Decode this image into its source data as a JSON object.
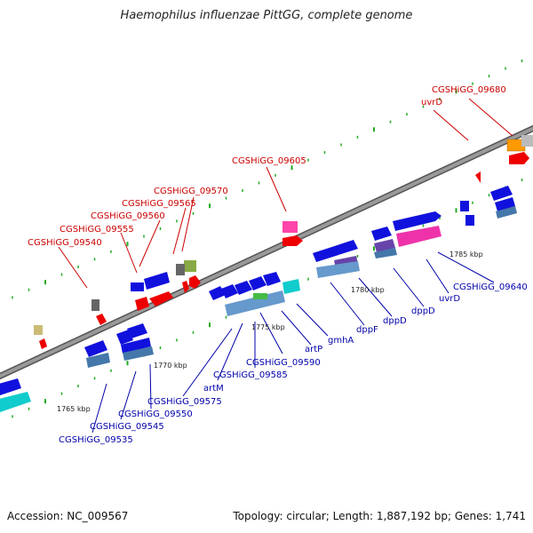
{
  "title": "Haemophilus influenzae PittGG, complete genome",
  "accession": "Accession: NC_009567",
  "stats": "Topology: circular; Length: 1,887,192 bp; Genes: 1,741",
  "colors": {
    "top_label": "#cc0000",
    "bottom_label": "#0000aa",
    "backbone": "#888888",
    "tick": "#22aa22"
  },
  "kbp_ticks": [
    "1765 kbp",
    "1770 kbp",
    "1775 kbp",
    "1780 kbp",
    "1785 kbp"
  ],
  "top_labels": [
    "CGSHiGG_09680",
    "uvrD",
    "CGSHiGG_09605",
    "CGSHiGG_09570",
    "CGSHiGG_09565",
    "CGSHiGG_09560",
    "CGSHiGG_09555",
    "CGSHiGG_09540"
  ],
  "bottom_labels": [
    "CGSHiGG_09640",
    "uvrD",
    "dppD",
    "dppD",
    "dppF",
    "gmhA",
    "artP",
    "CGSHiGG_09590",
    "CGSHiGG_09585",
    "artM",
    "CGSHiGG_09575",
    "CGSHiGG_09550",
    "CGSHiGG_09545",
    "CGSHiGG_09535"
  ]
}
